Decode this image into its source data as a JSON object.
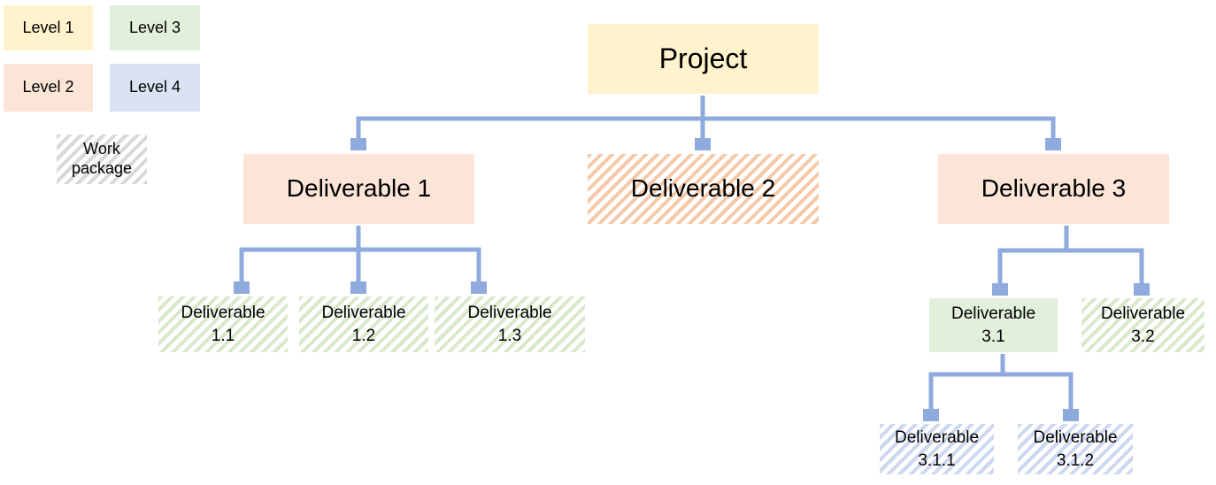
{
  "canvas": {
    "background": "#ffffff"
  },
  "palette": {
    "level1_fill": "#fff2cc",
    "level2_fill": "#fbe5d6",
    "level3_fill": "#e2efda",
    "level4_fill": "#dae3f3",
    "level2_hatch_stripe": "#f5c9a8",
    "level3_hatch_stripe": "#d9e8cb",
    "level4_hatch_stripe": "#ccd8ef",
    "work_package_hatch_stripe": "#d8d8d8",
    "connector": "#8faadc",
    "text": "#000000"
  },
  "legend": {
    "level1": {
      "label": "Level 1"
    },
    "level2": {
      "label": "Level 2"
    },
    "level3": {
      "label": "Level 3"
    },
    "level4": {
      "label": "Level 4"
    },
    "work_package": {
      "label": "Work package"
    }
  },
  "tree": {
    "project": {
      "label": "Project",
      "level": 1
    },
    "deliverable_1": {
      "label": "Deliverable 1",
      "level": 2
    },
    "deliverable_2": {
      "label": "Deliverable 2",
      "level": 2,
      "work_package": true
    },
    "deliverable_3": {
      "label": "Deliverable 3",
      "level": 2
    },
    "deliverable_1_1": {
      "label": "Deliverable 1.1",
      "lines": [
        "Deliverable",
        "1.1"
      ],
      "level": 3,
      "work_package": true
    },
    "deliverable_1_2": {
      "label": "Deliverable 1.2",
      "lines": [
        "Deliverable",
        "1.2"
      ],
      "level": 3,
      "work_package": true
    },
    "deliverable_1_3": {
      "label": "Deliverable 1.3",
      "lines": [
        "Deliverable",
        "1.3"
      ],
      "level": 3,
      "work_package": true
    },
    "deliverable_3_1": {
      "label": "Deliverable 3.1",
      "lines": [
        "Deliverable",
        "3.1"
      ],
      "level": 3
    },
    "deliverable_3_2": {
      "label": "Deliverable 3.2",
      "lines": [
        "Deliverable",
        "3.2"
      ],
      "level": 3,
      "work_package": true
    },
    "deliverable_3_1_1": {
      "label": "Deliverable 3.1.1",
      "lines": [
        "Deliverable",
        "3.1.1"
      ],
      "level": 4,
      "work_package": true
    },
    "deliverable_3_1_2": {
      "label": "Deliverable 3.1.2",
      "lines": [
        "Deliverable",
        "3.1.2"
      ],
      "level": 4,
      "work_package": true
    }
  }
}
